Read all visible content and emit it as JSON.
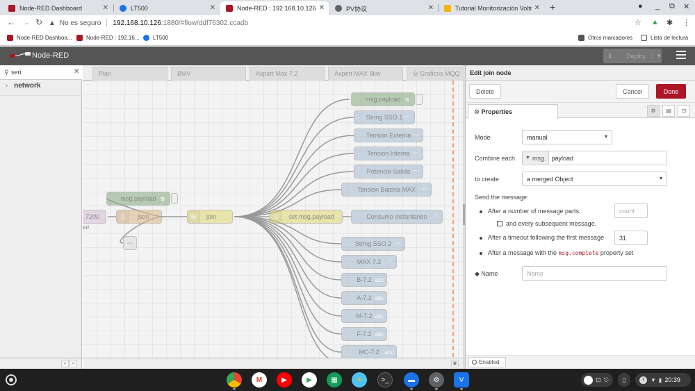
{
  "browser": {
    "tabs": [
      {
        "title": "Node-RED Dashboard",
        "active": false,
        "favicon_color": "#ad1625"
      },
      {
        "title": "LT500",
        "active": false,
        "favicon_color": "#1a73e8"
      },
      {
        "title": "Node-RED : 192.168.10.126",
        "active": true,
        "favicon_color": "#ad1625"
      },
      {
        "title": "PV协议",
        "active": false,
        "favicon_color": "#5f6368"
      },
      {
        "title": "Tutorial Monitorización Voltronic",
        "active": false,
        "favicon_color": "#f4b400"
      }
    ],
    "new_tab": "+",
    "address": {
      "security": "No es seguro",
      "host": "192.168.10.126",
      "path": ":1880/#flow/ddf76302.ccadb"
    },
    "bookmarks": [
      {
        "label": "Node-RED Dashboa...",
        "favicon_color": "#ad1625"
      },
      {
        "label": "Node-RED : 192.16...",
        "favicon_color": "#ad1625"
      },
      {
        "label": "LT500",
        "favicon_color": "#1a73e8"
      }
    ],
    "other_bookmarks": "Otros marcadores",
    "reading_list": "Lista de lectura"
  },
  "nodered": {
    "title": "Node-RED",
    "deploy_label": "Deploy",
    "palette": {
      "search_value": "seri",
      "category": "network"
    },
    "workspace_tabs": [
      "Plan",
      "BMV",
      "Axpert Max 7.2",
      "Axpert MAX 8kw",
      "Graficos MQQ"
    ],
    "nodes": {
      "left_label": "7200",
      "left_status": "ed",
      "debug_left": "msg.payload",
      "json": "json",
      "join": "join",
      "change": "set msg.payload",
      "debug_right": "msg.payload",
      "gauges": [
        "String SSO 1",
        "Tension Externa",
        "Tension Interna",
        "Potencia Salida",
        "Tension Bateria MAX"
      ],
      "chart": "Consumo instantaneo",
      "gauges2": [
        "String SSO 2",
        "MAX 7.2"
      ],
      "texts": [
        "B-7.2",
        "A-7.2",
        "M-7.2",
        "F-7.2",
        "MC-7.2"
      ]
    },
    "editor": {
      "title": "Edit join node",
      "delete_label": "Delete",
      "cancel_label": "Cancel",
      "done_label": "Done",
      "properties_tab": "Properties",
      "mode_label": "Mode",
      "mode_value": "manual",
      "combine_label": "Combine each",
      "combine_prefix": "msg.",
      "combine_value": "payload",
      "to_create_label": "to create",
      "to_create_value": "a merged Object",
      "send_label": "Send the message:",
      "opt_parts": "After a number of message parts",
      "count_placeholder": "count",
      "opt_subsequent": "and every subsequent message.",
      "opt_timeout": "After a timeout following the first message",
      "timeout_value": "31",
      "opt_complete_pre": "After a message with the",
      "opt_complete_code": "msg.complete",
      "opt_complete_post": "property set",
      "name_label": "Name",
      "name_placeholder": "Name",
      "enabled_label": "Enabled"
    }
  },
  "taskbar": {
    "time": "20:39",
    "notifications": "7"
  },
  "colors": {
    "nr_header": "#555555",
    "nr_red": "#ad1625",
    "dashboard_node": "#a6bbcf",
    "debug_node": "#87a980",
    "function_node": "#e2d96e"
  }
}
